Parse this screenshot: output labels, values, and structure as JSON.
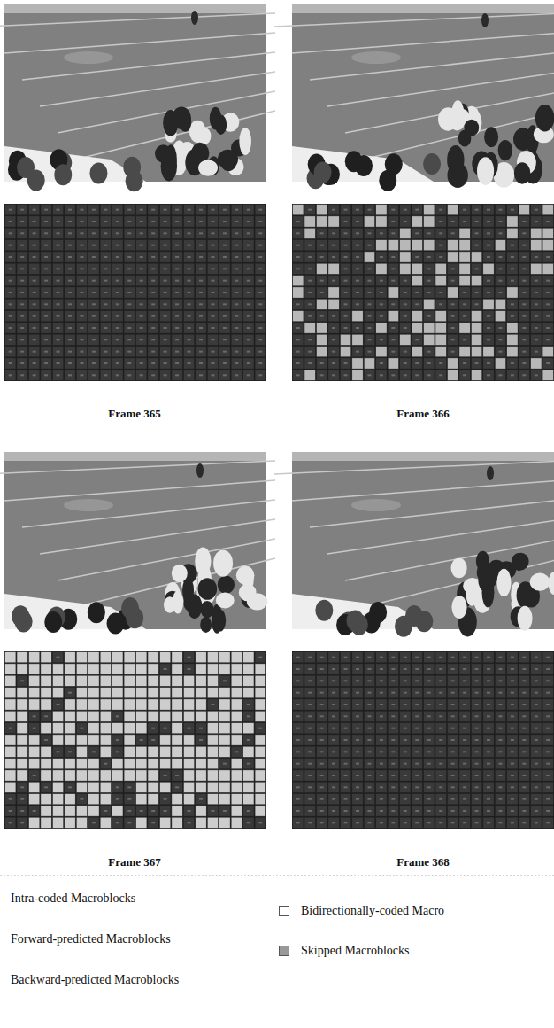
{
  "diagram": {
    "labels": [
      "Frame 365",
      "Frame 366",
      "Frame 367",
      "Frame 368"
    ],
    "legend": [
      {
        "text": "Intra-coded Macroblocks"
      },
      {
        "text": "Forward-predicted Macroblocks"
      },
      {
        "text": "Backward-predicted Macroblocks"
      },
      {
        "text": "Bidirectionally-coded Macro",
        "color": "#ffffff"
      },
      {
        "text": "Skipped Macroblocks",
        "color": "#999999"
      }
    ]
  }
}
